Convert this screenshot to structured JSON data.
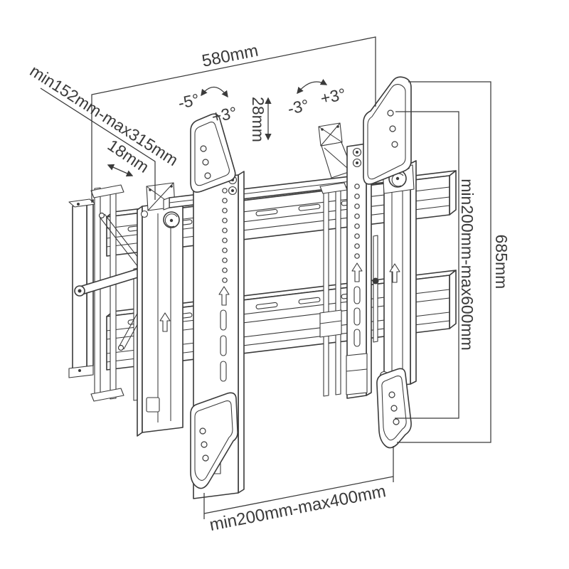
{
  "title": "Pop-out video wall TV mount technical drawing",
  "colors": {
    "background": "#ffffff",
    "ink": "#3a3a3a"
  },
  "dimensions": {
    "top_width": "580mm",
    "extension_range": "min152mm-max315mm",
    "offset_small": "18mm",
    "height_micro_adjust": "28mm",
    "vesa_height_range": "min200mm-max600mm",
    "overall_height": "685mm",
    "vesa_width_range": "min200mm-max400mm"
  },
  "angles": {
    "left_down": "-5°",
    "left_up": "+3°",
    "right_down": "-3°",
    "right_up": "+3°"
  }
}
